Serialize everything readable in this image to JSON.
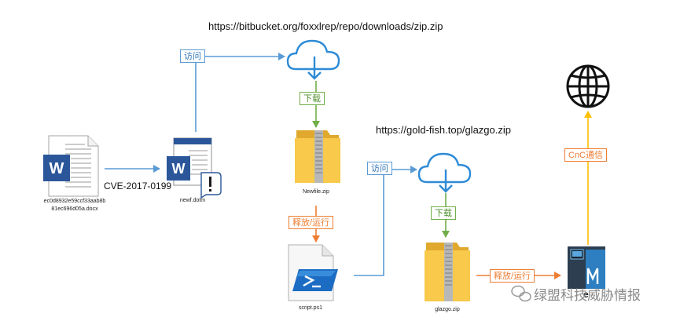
{
  "diagram": {
    "urls": {
      "bitbucket": "https://bitbucket.org/foxxlrep/repo/downloads/zip.zip",
      "goldfish": "https://gold-fish.top/glazgo.zip"
    },
    "cve": "CVE-2017-0199",
    "tags": {
      "visit_1": "访问",
      "download_1": "下载",
      "release_run_1": "释放/运行",
      "visit_2": "访问",
      "download_2": "下载",
      "release_run_2": "释放/运行",
      "cnc": "CnC通信"
    },
    "files": {
      "docx_line1": "ec0d8932e59ccf33aab8b",
      "docx_line2": "81ec696d05a.docx",
      "dotm": "newf.dotm",
      "newfile_zip": "Newfile.zip",
      "script": "script.ps1",
      "glazgo_zip": "glazgo.zip",
      "exe_label": "e"
    },
    "colors": {
      "blue": "#5b9bd5",
      "green": "#70ad47",
      "orange": "#ed7d31",
      "gold": "#ffc000",
      "word_blue": "#2b579a",
      "folder_yellow": "#f8c94a"
    }
  },
  "watermark": {
    "text": "绿盟科技威胁情报"
  }
}
